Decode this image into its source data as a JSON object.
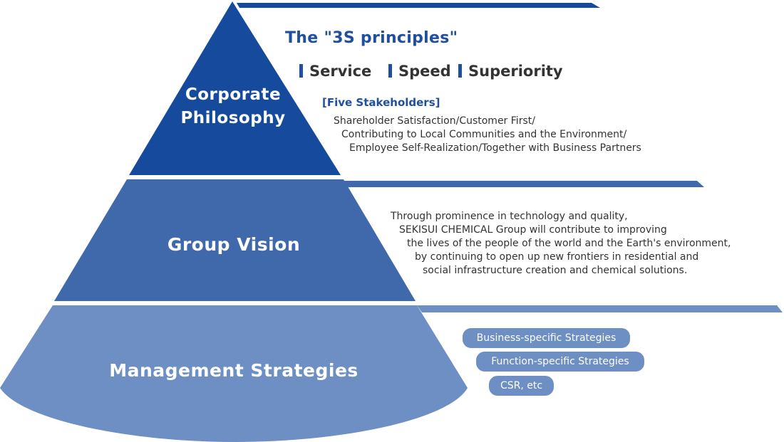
{
  "tiers": {
    "corporate_philosophy": {
      "label_line1": "Corporate",
      "label_line2": "Philosophy"
    },
    "group_vision": {
      "label": "Group Vision"
    },
    "management_strategies": {
      "label": "Management Strategies"
    }
  },
  "principles": {
    "title": "The \"3S principles\"",
    "items": [
      "Service",
      "Speed",
      "Superiority"
    ]
  },
  "stakeholders": {
    "title": "[Five Stakeholders]",
    "lines": [
      "Shareholder Satisfaction/Customer First/",
      "Contributing to Local Communities and the Environment/",
      "Employee Self-Realization/Together with Business Partners"
    ]
  },
  "vision_text": {
    "lines": [
      "Through prominence in technology and quality,",
      "SEKISUI CHEMICAL Group will contribute to improving",
      "the lives of the people of the world and the Earth's environment,",
      "by continuing to open up new frontiers in residential and",
      "social infrastructure creation and chemical solutions."
    ]
  },
  "strategies": {
    "items": [
      "Business-specific Strategies",
      "Function-specific Strategies",
      "CSR, etc"
    ]
  },
  "colors": {
    "tier1": "#164a9c",
    "tier2": "#4069ab",
    "tier3": "#6d8fc3",
    "accent": "#1f4f9e",
    "text": "#333333"
  }
}
